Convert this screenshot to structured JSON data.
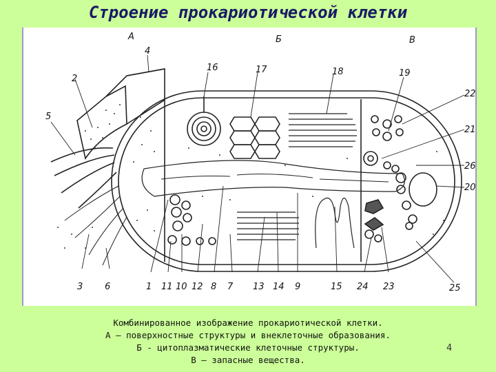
{
  "title": "Строение прокариотической клетки",
  "figure": {
    "section_labels": [
      "А",
      "Б",
      "В"
    ],
    "number_labels": {
      "n1": "1",
      "n2": "2",
      "n3": "3",
      "n4": "4",
      "n5": "5",
      "n6": "6",
      "n7": "7",
      "n8": "8",
      "n9": "9",
      "n10": "10",
      "n11": "11",
      "n12": "12",
      "n13": "13",
      "n14": "14",
      "n15": "15",
      "n16": "16",
      "n17": "17",
      "n18": "18",
      "n19": "19",
      "n20": "20",
      "n21": "21",
      "n22": "22",
      "n23": "23",
      "n24": "24",
      "n25": "25",
      "n26": "26"
    }
  },
  "caption": {
    "line1": "Комбинированное изображение прокариотической клетки.",
    "line2": "А – поверхностные структуры и внеклеточные образования.",
    "line3": "Б - цитоплазматические клеточные структуры.",
    "line4": "В – запасные вещества."
  },
  "page_number": "4"
}
